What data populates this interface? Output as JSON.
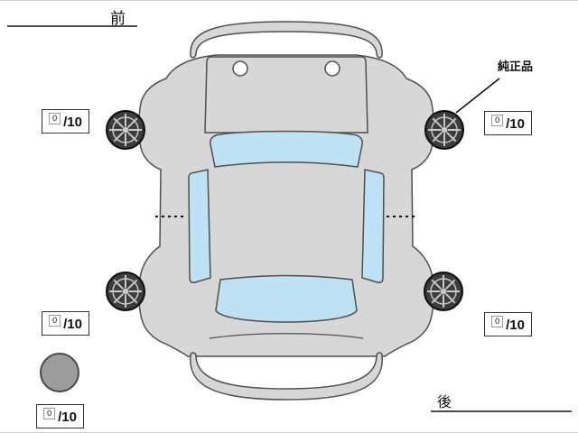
{
  "diagram": {
    "front_label": "前",
    "rear_label": "後",
    "genuine_part_label": "純正品"
  },
  "tire_scores": {
    "front_left": {
      "value": "0",
      "max": "/10"
    },
    "front_right": {
      "value": "0",
      "max": "/10"
    },
    "rear_left": {
      "value": "0",
      "max": "/10"
    },
    "rear_right": {
      "value": "0",
      "max": "/10"
    },
    "spare": {
      "value": "0",
      "max": "/10"
    }
  },
  "icons": {
    "wheels": "alloy-wheel-icon",
    "spare": "spare-tire-icon"
  },
  "colors": {
    "body": "#d7d7d7",
    "glass": "#bfe1f4",
    "outline": "#4f4f4f",
    "tire": "#3d3d3d",
    "spare": "#9c9c9c"
  }
}
